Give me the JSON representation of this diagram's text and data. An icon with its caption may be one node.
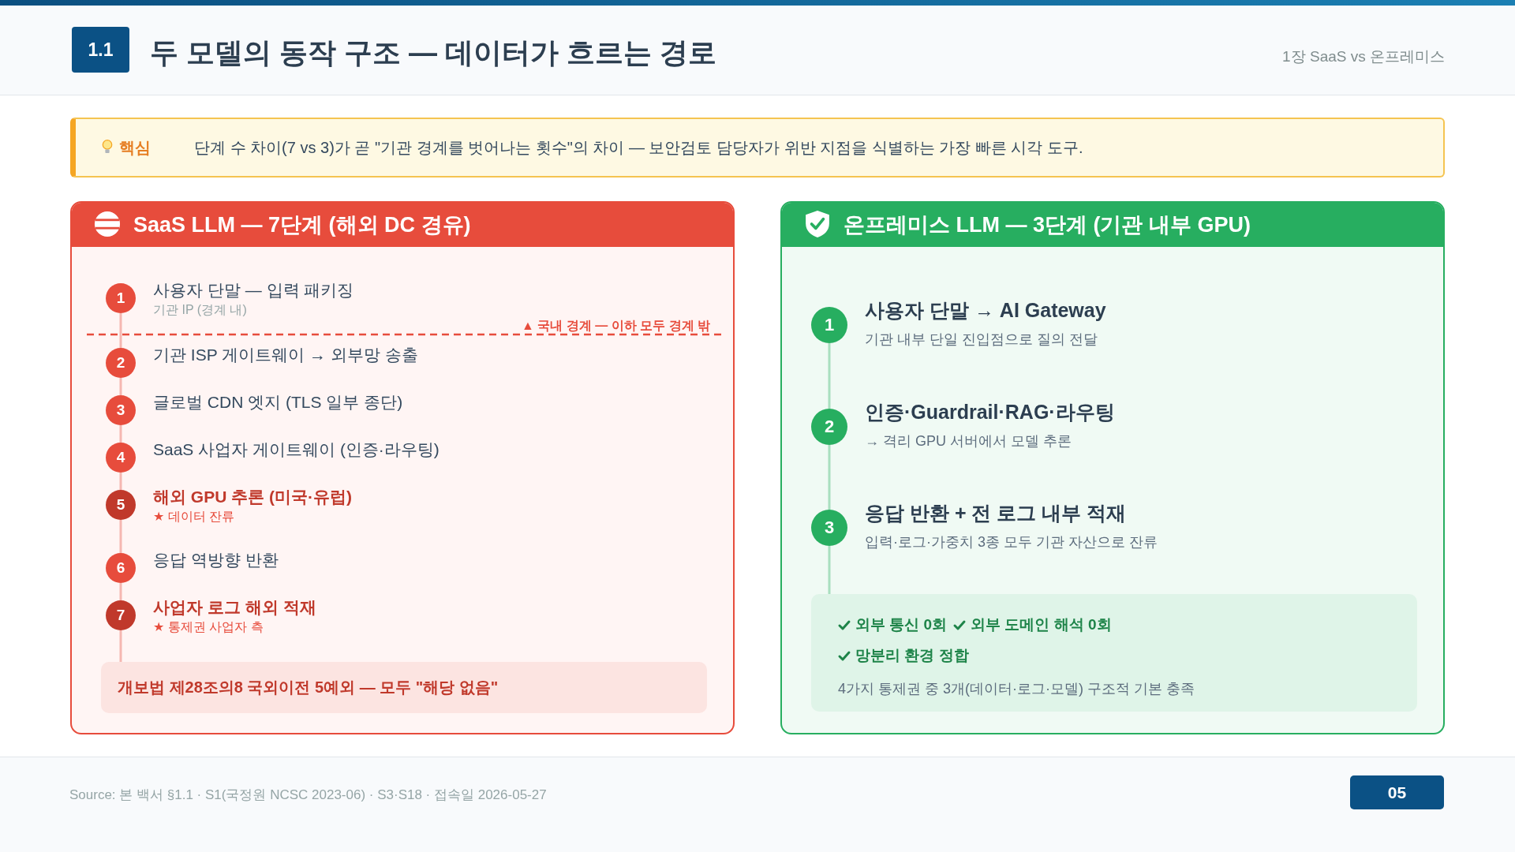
{
  "diagram": {
    "title": "두 모델의 동작 구조 — 데이터가 흐르는 경로",
    "caption": "Source: 본 백서 §1.1 · S1(국정원 NCSC 2023-06) · S3·S18 · 접속일 2026-05-27",
    "nodes": [
      {
        "text": [
          "1.1"
        ]
      },
      {
        "text": [
          "핵심",
          "단계 수 차이(7 vs 3)가 곧 \"기관 경계를 벗어나는 횟수\"의 차이 — 보안검토 담당자가 위반 지점을 식별하는 가장 빠른 시각 도구."
        ]
      },
      {
        "text": [
          "SaaS LLM — 7단계 (해외 DC 경유)"
        ]
      },
      {
        "text": [
          "1"
        ],
        "in": 2,
        "beside": [
          "사용자 단말 — 입력 패키징",
          "기관 IP (경계 내)"
        ]
      },
      {
        "text": [
          "2"
        ],
        "in": 2,
        "beside": [
          "기관 ISP 게이트웨이 → 외부망 송출"
        ]
      },
      {
        "text": [
          "3"
        ],
        "in": 2,
        "beside": [
          "글로벌 CDN 엣지 (TLS 일부 종단)"
        ]
      },
      {
        "text": [
          "4"
        ],
        "in": 2,
        "beside": [
          "SaaS 사업자 게이트웨이 (인증·라우팅)"
        ]
      },
      {
        "text": [
          "5"
        ],
        "in": 2,
        "beside": [
          "해외 GPU 추론 (미국·유럽)",
          "★ 데이터 잔류"
        ]
      },
      {
        "text": [
          "6"
        ],
        "in": 2,
        "beside": [
          "응답 역방향 반환"
        ]
      },
      {
        "text": [
          "7"
        ],
        "in": 2,
        "beside": [
          "사업자 로그 해외 적재",
          "★ 통제권 사업자 측"
        ]
      },
      {
        "text": [
          "개보법 제28조의8 국외이전 5예외 — 모두 \"해당 없음\""
        ],
        "in": 2
      },
      {
        "text": [
          "온프레미스 LLM — 3단계 (기관 내부 GPU)"
        ]
      },
      {
        "text": [
          "1"
        ],
        "in": 11,
        "beside": [
          "사용자 단말 → AI Gateway",
          "기관 내부 단일 진입점으로 질의 전달"
        ]
      },
      {
        "text": [
          "2"
        ],
        "in": 11,
        "beside": [
          "인증·Guardrail·RAG·라우팅",
          "→ 격리 GPU 서버에서 모델 추론"
        ]
      },
      {
        "text": [
          "3"
        ],
        "in": 11,
        "beside": [
          "응답 반환 + 전 로그 내부 적재",
          "입력·로그·가중치 3종 모두 기관 자산으로 잔류"
        ]
      },
      {
        "text": [
          "외부 통신 0회",
          "외부 도메인 해석 0회",
          "망분리 환경 정합",
          "4가지 통제권 중 3개(데이터·로그·모델) 구조적 기본 충족"
        ],
        "in": 11
      },
      {
        "text": [
          "05"
        ]
      }
    ],
    "edges": [
      {
        "from": 3,
        "to": 4,
        "arrow": "none"
      },
      {
        "from": 4,
        "to": 5,
        "arrow": "none"
      },
      {
        "from": 5,
        "to": 6,
        "arrow": "none"
      },
      {
        "from": 6,
        "to": 7,
        "arrow": "none"
      },
      {
        "from": 7,
        "to": 8,
        "arrow": "none"
      },
      {
        "from": 8,
        "to": 9,
        "arrow": "none"
      },
      {
        "from": 9,
        "to": 10,
        "arrow": "none"
      },
      {
        "from": 12,
        "to": 13,
        "arrow": "none",
        "color": "#a9dfbf"
      },
      {
        "from": 13,
        "to": 14,
        "arrow": "none",
        "color": "#a9dfbf"
      },
      {
        "from": 14,
        "to": 15,
        "arrow": "none",
        "color": "#a9dfbf"
      }
    ],
    "labels": [
      "1장 SaaS vs 온프레미스",
      "▲ 국내 경계 — 이하 모두 경계 밖"
    ]
  }
}
